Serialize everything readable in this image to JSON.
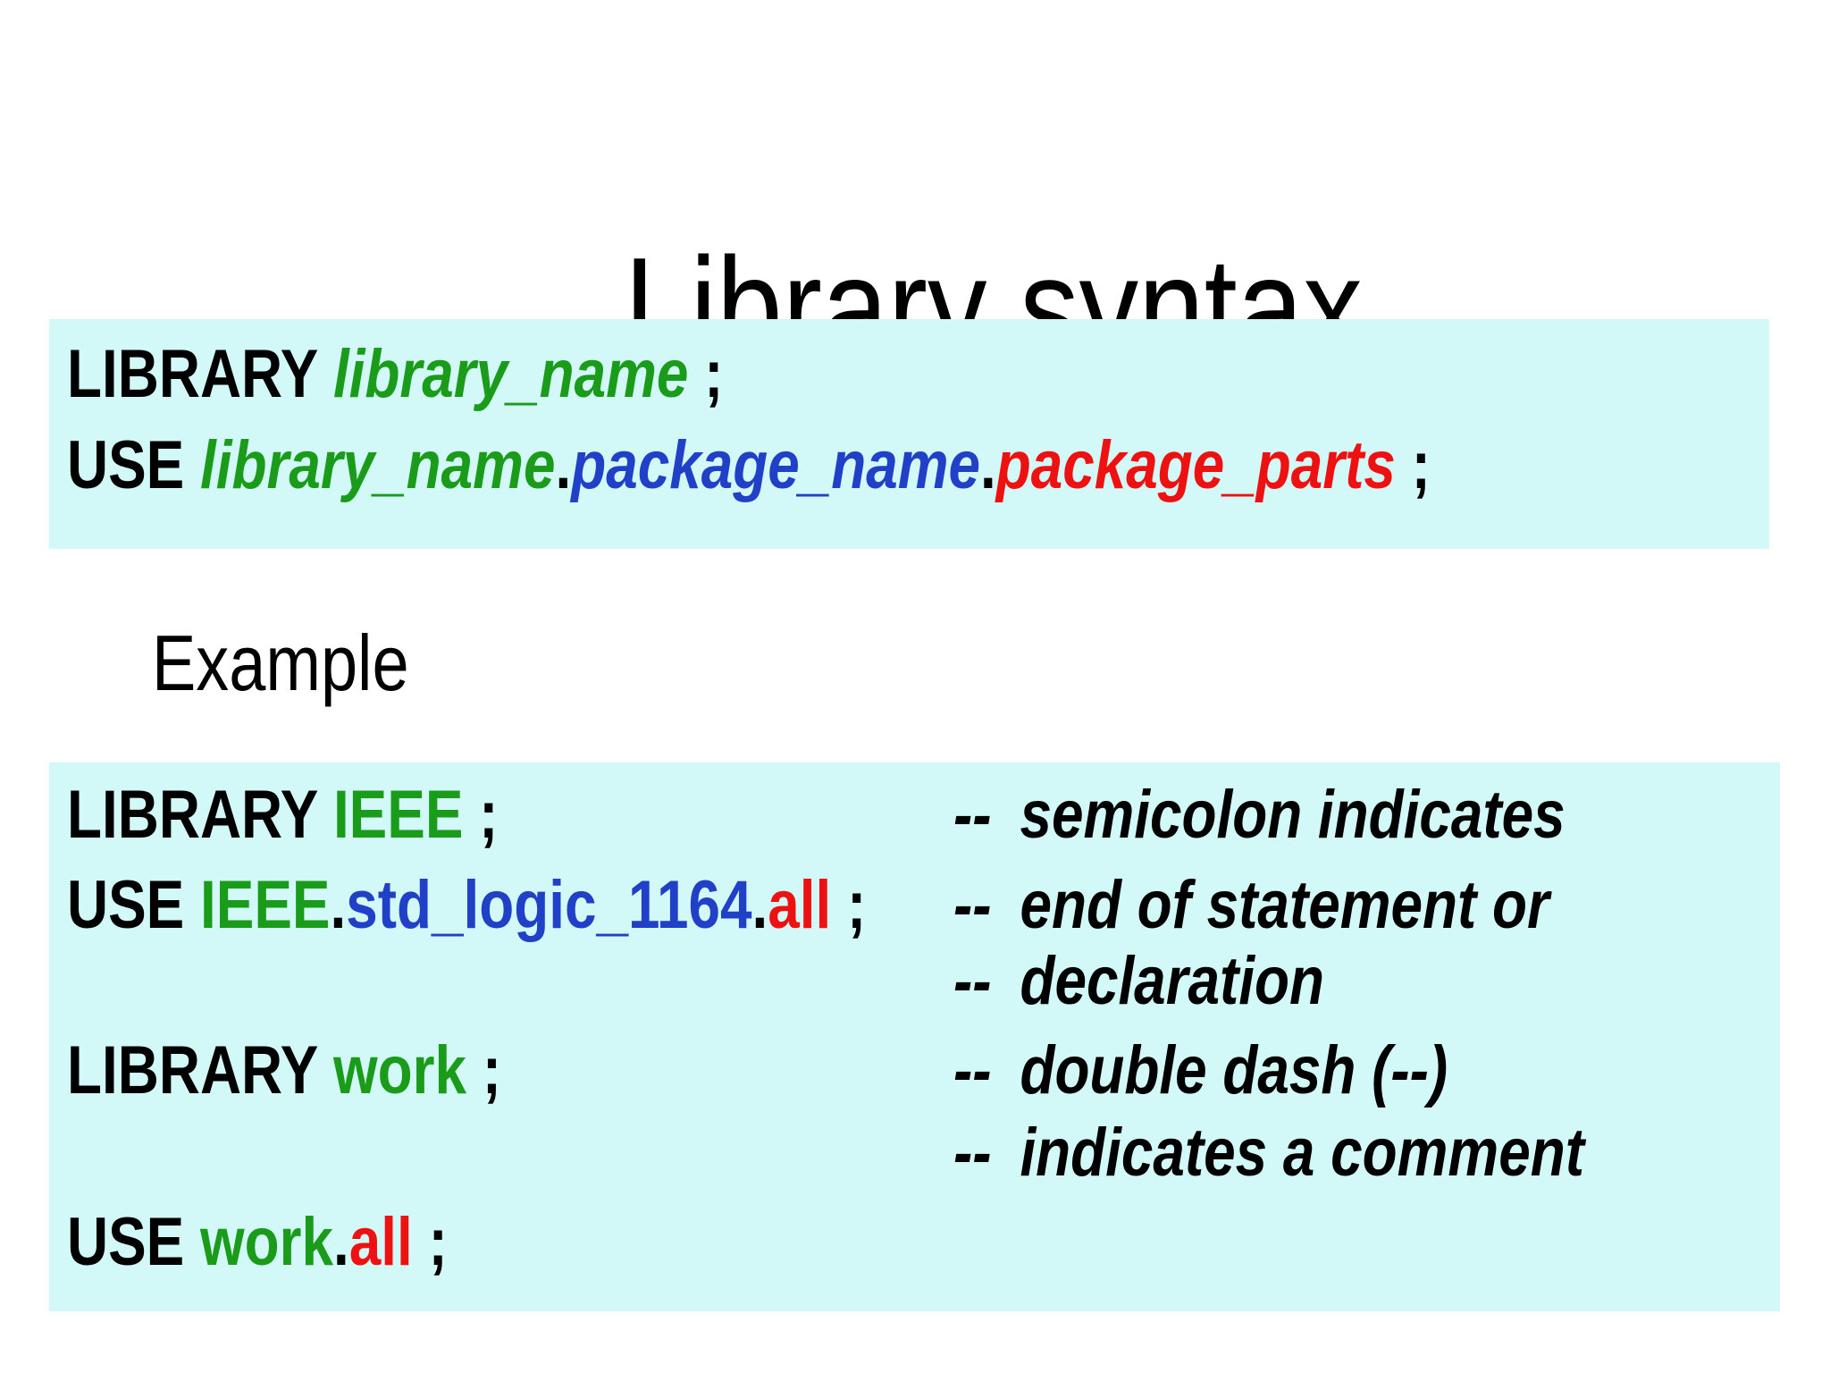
{
  "title": "Library syntax",
  "example_label": "Example",
  "colors": {
    "box_bg": "#d2f8f8",
    "ink": "#000000",
    "green": "#1a9c1a",
    "blue": "#2040c8",
    "red": "#ee1111"
  },
  "syntax_box": {
    "lines": [
      {
        "name": "library-declaration-syntax",
        "segments": [
          {
            "t": "LIBRARY ",
            "c": "k"
          },
          {
            "t": "library_name",
            "c": "g i"
          },
          {
            "t": " ;",
            "c": "k"
          }
        ]
      },
      {
        "name": "use-declaration-syntax",
        "segments": [
          {
            "t": "USE ",
            "c": "k"
          },
          {
            "t": "library_name",
            "c": "g i"
          },
          {
            "t": ".",
            "c": "k"
          },
          {
            "t": "package_name",
            "c": "b i"
          },
          {
            "t": ".",
            "c": "k"
          },
          {
            "t": "package_parts",
            "c": "r i"
          },
          {
            "t": " ;",
            "c": "k"
          }
        ]
      }
    ]
  },
  "example_box": {
    "rows": [
      {
        "code": [
          {
            "t": "LIBRARY ",
            "c": "k"
          },
          {
            "t": "IEEE",
            "c": "g"
          },
          {
            "t": " ;",
            "c": "k"
          }
        ],
        "dash": "--",
        "comment": "semicolon indicates"
      },
      {
        "code": [
          {
            "t": "USE ",
            "c": "k"
          },
          {
            "t": "IEEE",
            "c": "g"
          },
          {
            "t": ".",
            "c": "k"
          },
          {
            "t": "std_logic_1164",
            "c": "b"
          },
          {
            "t": ".",
            "c": "k"
          },
          {
            "t": "all",
            "c": "r"
          },
          {
            "t": " ;",
            "c": "k"
          }
        ],
        "dash": "--",
        "comment": "end of statement or"
      },
      {
        "code": [],
        "dash": "--",
        "comment": "declaration"
      },
      {
        "code": [
          {
            "t": "LIBRARY ",
            "c": "k"
          },
          {
            "t": "work",
            "c": "g"
          },
          {
            "t": " ;",
            "c": "k"
          }
        ],
        "dash": "--",
        "comment": "double dash (--)"
      },
      {
        "code": [],
        "dash": "--",
        "comment": "indicates a comment"
      },
      {
        "code": [
          {
            "t": "USE ",
            "c": "k"
          },
          {
            "t": "work",
            "c": "g"
          },
          {
            "t": ".",
            "c": "k"
          },
          {
            "t": "all",
            "c": "r"
          },
          {
            "t": " ;",
            "c": "k"
          }
        ]
      }
    ]
  }
}
